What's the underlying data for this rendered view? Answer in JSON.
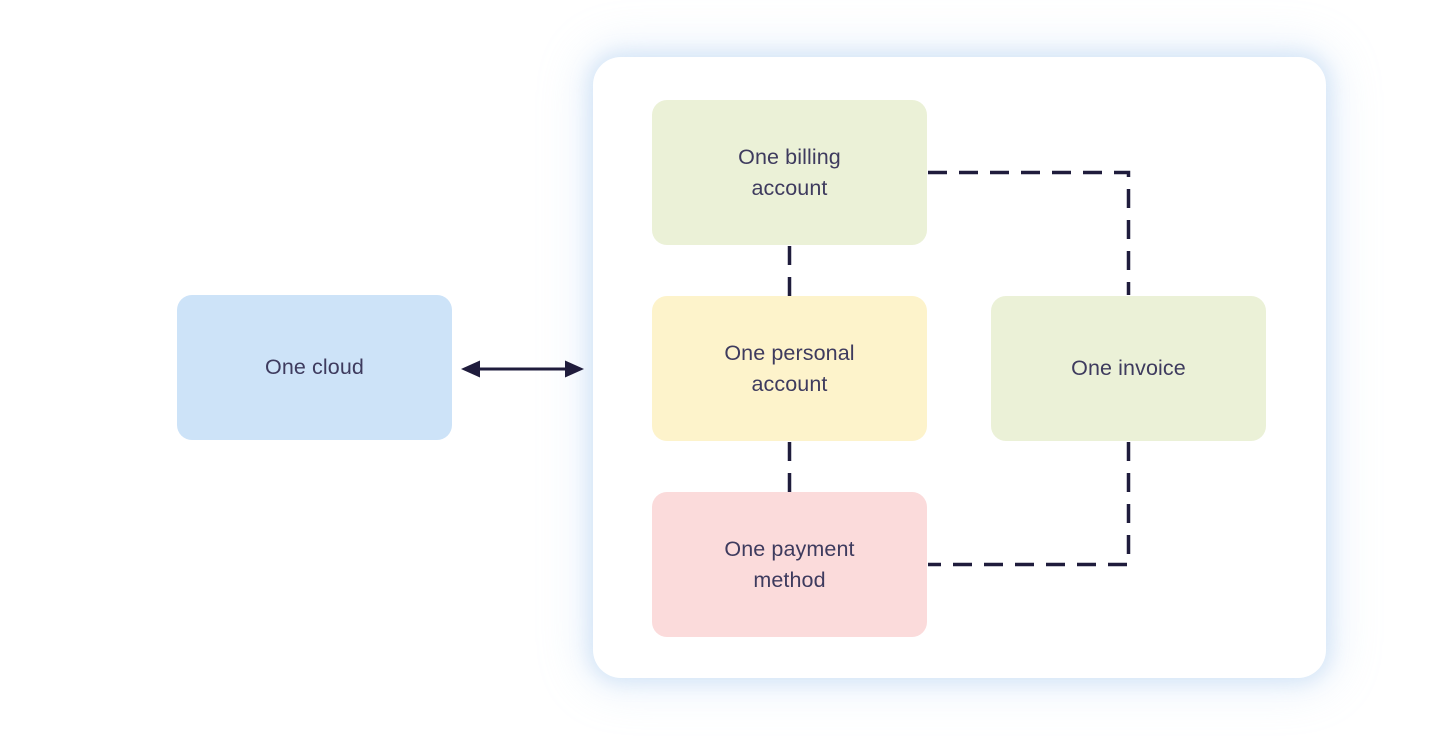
{
  "diagram": {
    "nodes": {
      "cloud": {
        "label": "One cloud",
        "color": "#cde3f8"
      },
      "billing": {
        "label": "One billing account",
        "color": "#ebf1d7"
      },
      "personal": {
        "label": "One personal account",
        "color": "#fdf3cb"
      },
      "invoice": {
        "label": "One invoice",
        "color": "#ebf1d7"
      },
      "payment": {
        "label": "One payment method",
        "color": "#fbdbdb"
      }
    },
    "edges": [
      {
        "from": "cloud",
        "to": "panel",
        "style": "solid",
        "arrows": "both"
      },
      {
        "from": "billing",
        "to": "personal",
        "style": "dashed",
        "arrows": "none"
      },
      {
        "from": "billing",
        "to": "invoice",
        "style": "dashed",
        "arrows": "none"
      },
      {
        "from": "personal",
        "to": "payment",
        "style": "dashed",
        "arrows": "none"
      },
      {
        "from": "invoice",
        "to": "payment",
        "style": "dashed",
        "arrows": "none"
      }
    ],
    "colors": {
      "background": "#ffffff",
      "panel_fill": "#ffffff",
      "panel_glow": "#adcdf0",
      "text": "#3e3b5e",
      "line": "#1f1c3c"
    }
  }
}
